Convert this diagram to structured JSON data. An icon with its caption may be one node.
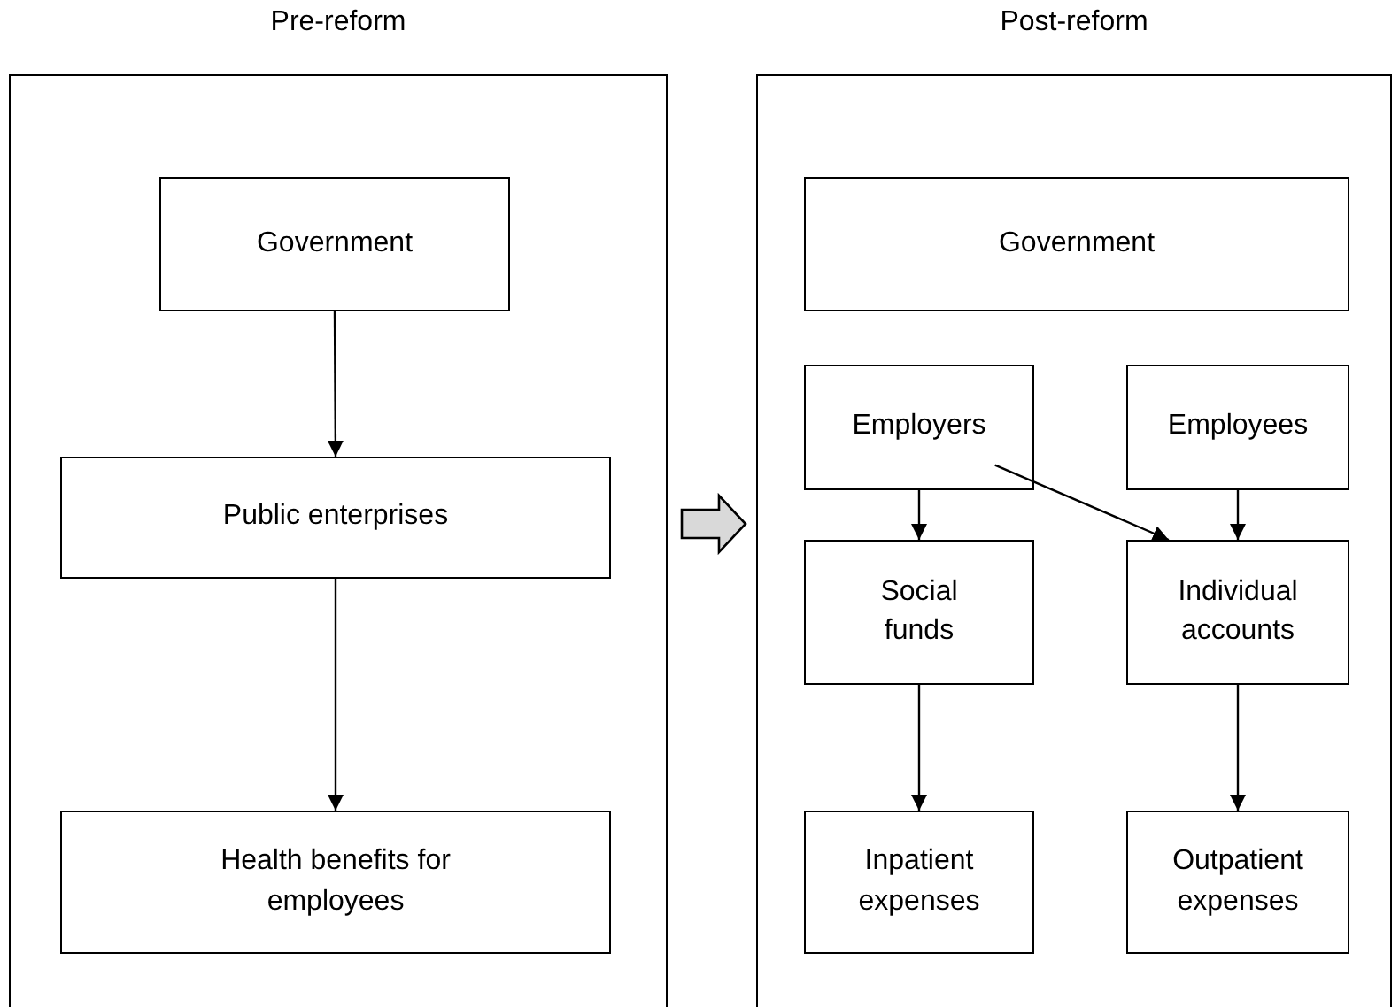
{
  "diagram": {
    "nodes": [
      {
        "text": [
          "Pre-reform"
        ]
      },
      {
        "text": [
          "Government"
        ],
        "in": 0
      },
      {
        "text": [
          "Public enterprises"
        ],
        "in": 0
      },
      {
        "text": [
          "Health benefits for employees"
        ],
        "in": 0
      },
      {
        "text": [
          "Post-reform"
        ]
      },
      {
        "text": [
          "Government"
        ],
        "in": 4
      },
      {
        "text": [
          "Employers"
        ],
        "in": 4
      },
      {
        "text": [
          "Employees"
        ],
        "in": 4
      },
      {
        "text": [
          "Social funds"
        ],
        "in": 4
      },
      {
        "text": [
          "Individual accounts"
        ],
        "in": 4
      },
      {
        "text": [
          "Inpatient expenses"
        ],
        "in": 4
      },
      {
        "text": [
          "Outpatient expenses"
        ],
        "in": 4
      }
    ],
    "edges": [
      {
        "from": 1,
        "to": 2,
        "arrow": "to"
      },
      {
        "from": 2,
        "to": 3,
        "arrow": "to"
      },
      {
        "from": 0,
        "to": 4,
        "arrow": "to",
        "style": "thick",
        "color": "#d9d9d9"
      },
      {
        "from": 6,
        "to": 8,
        "arrow": "to"
      },
      {
        "from": 6,
        "to": 9,
        "arrow": "to"
      },
      {
        "from": 7,
        "to": 9,
        "arrow": "to"
      },
      {
        "from": 8,
        "to": 10,
        "arrow": "to"
      },
      {
        "from": 9,
        "to": 11,
        "arrow": "to"
      }
    ]
  }
}
